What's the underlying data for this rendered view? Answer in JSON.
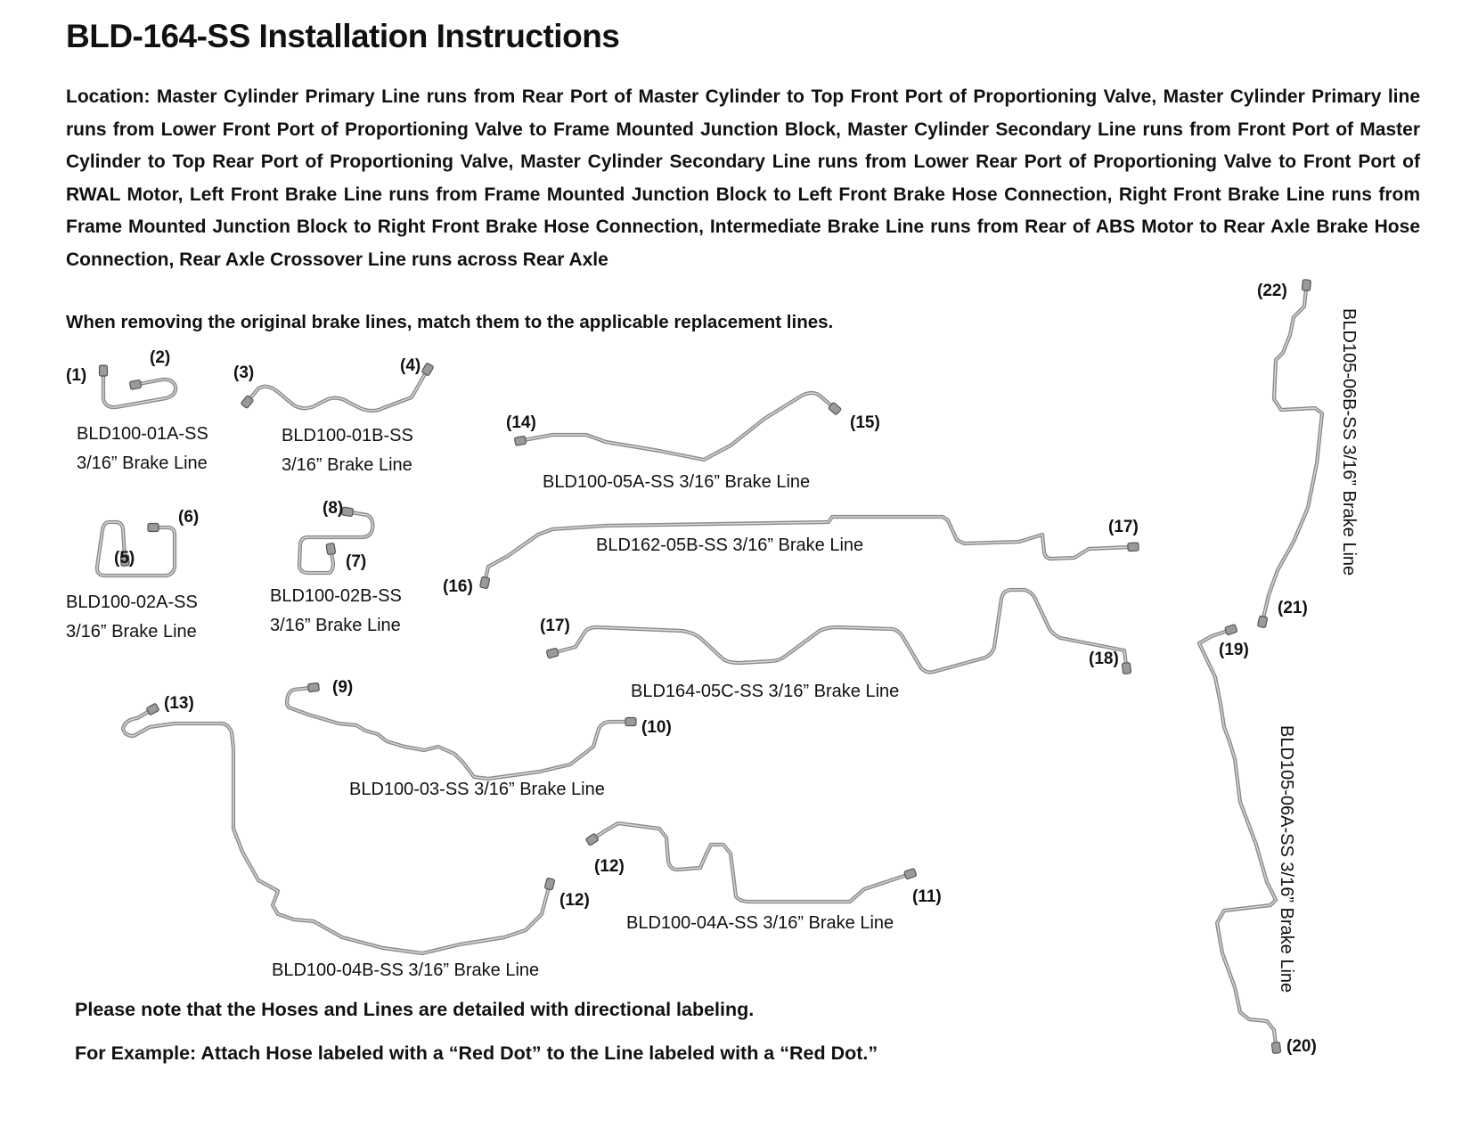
{
  "title": "BLD-164-SS Installation Instructions",
  "location_text": "Location: Master Cylinder Primary Line runs from Rear Port of Master Cylinder to Top Front Port of Proportioning Valve, Master Cylinder Primary line runs from Lower Front Port of Proportioning Valve to Frame Mounted Junction Block, Master Cylinder Secondary Line runs from Front Port of Master Cylinder to Top Rear Port of Proportioning Valve, Master Cylinder Secondary Line runs from Lower Rear Port of Proportioning Valve to Front Port of RWAL Motor, Left Front Brake Line runs from Frame Mounted Junction Block to Left Front Brake Hose Connection, Right Front Brake Line runs from Frame Mounted Junction Block to Right Front Brake Hose Connection, Intermediate Brake Line runs from Rear of ABS Motor to Rear Axle Brake Hose Connection, Rear Axle Crossover Line runs across Rear Axle",
  "instruction": "When removing the original brake lines, match them to the applicable replacement lines.",
  "parts": {
    "p01a": {
      "part": "BLD100-01A-SS",
      "desc": "3/16” Brake Line"
    },
    "p01b": {
      "part": "BLD100-01B-SS",
      "desc": "3/16” Brake Line"
    },
    "p02a": {
      "part": "BLD100-02A-SS",
      "desc": "3/16” Brake Line"
    },
    "p02b": {
      "part": "BLD100-02B-SS",
      "desc": "3/16” Brake Line"
    },
    "p05a": "BLD100-05A-SS 3/16” Brake Line",
    "p162_05b": "BLD162-05B-SS 3/16” Brake Line",
    "p164_05c": "BLD164-05C-SS 3/16” Brake Line",
    "p03": "BLD100-03-SS 3/16” Brake Line",
    "p04a": "BLD100-04A-SS 3/16” Brake Line",
    "p04b": "BLD100-04B-SS 3/16” Brake Line",
    "p06b": "BLD105-06B-SS 3/16” Brake Line",
    "p06a": "BLD105-06A-SS 3/16” Brake Line"
  },
  "port_labels": {
    "l1": "(1)",
    "l2": "(2)",
    "l3": "(3)",
    "l4": "(4)",
    "l5": "(5)",
    "l6": "(6)",
    "l7": "(7)",
    "l8": "(8)",
    "l9": "(9)",
    "l10": "(10)",
    "l11": "(11)",
    "l12a": "(12)",
    "l12b": "(12)",
    "l13": "(13)",
    "l14": "(14)",
    "l15": "(15)",
    "l16": "(16)",
    "l17a": "(17)",
    "l17b": "(17)",
    "l18": "(18)",
    "l19": "(19)",
    "l20": "(20)",
    "l21": "(21)",
    "l22": "(22)"
  },
  "notes": {
    "directional": "Please note that the Hoses and Lines are detailed with directional labeling.",
    "example": "For Example: Attach Hose labeled with a “Red Dot” to the Line labeled with a “Red Dot.”"
  },
  "colors": {
    "line_stroke": "#8a8a8a",
    "line_highlight": "#d8d8d8",
    "fitting": "#555555"
  }
}
